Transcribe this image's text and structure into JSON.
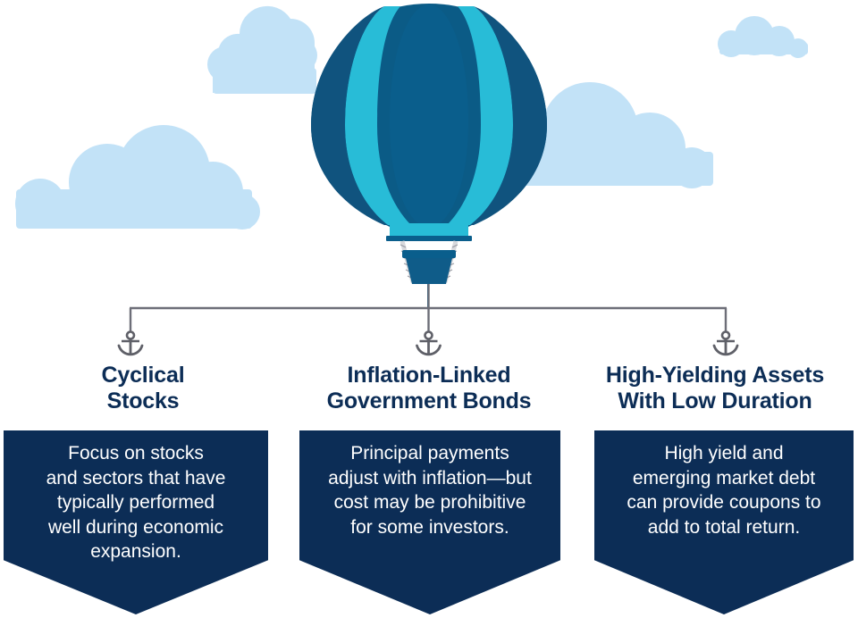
{
  "graphic": {
    "name": "hot-air-balloon-infographic",
    "balloon_icon": "hot-air-balloon-icon",
    "cloud_icon": "cloud-icon",
    "anchor_icon": "anchor-icon"
  },
  "colors": {
    "navy": "#0C2D56",
    "balloon_dark": "#0B5B86",
    "balloon_mid": "#0A5E8C",
    "balloon_teal": "#28BCD7",
    "balloon_deep": "#10537E",
    "cloud": "#C2E2F7",
    "connector_line": "#6D6E78",
    "anchor": "#5F6068",
    "rope": "#E8E8EA",
    "white": "#FFFFFF"
  },
  "columns": [
    {
      "title": "Cyclical\nStocks",
      "body": "Focus on stocks\nand sectors that have\ntypically performed\nwell during economic\nexpansion."
    },
    {
      "title": "Inflation-Linked\nGovernment Bonds",
      "body": "Principal payments\nadjust with inflation—but\ncost may be prohibitive\nfor some investors."
    },
    {
      "title": "High-Yielding Assets\nWith Low Duration",
      "body": "High yield and\nemerging market debt\ncan provide coupons to\nadd to total return."
    }
  ]
}
